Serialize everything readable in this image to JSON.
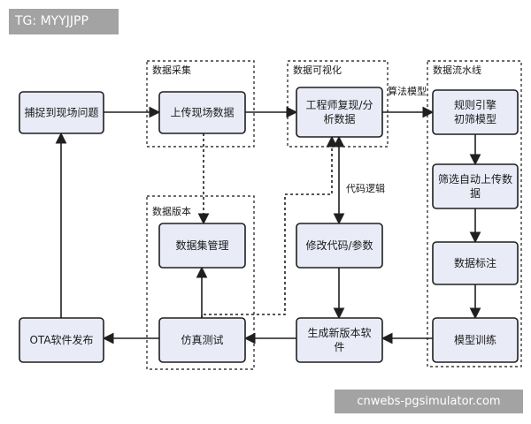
{
  "watermarks": {
    "top": "TG: MYYJJPP",
    "bottom": "cnwebs-pgsimulator.com"
  },
  "colors": {
    "node_fill": "#e9ebf7",
    "node_stroke": "#1f1f1f",
    "arrow": "#1f1f1f",
    "group_border": "#3a3a3a",
    "text": "#1a1a1a",
    "watermark_bg": "#a3a3a3",
    "watermark_text": "#ffffff"
  },
  "groups": [
    {
      "id": "g-collect",
      "label": "数据采集"
    },
    {
      "id": "g-visual",
      "label": "数据可视化"
    },
    {
      "id": "g-pipeline",
      "label": "数据流水线"
    },
    {
      "id": "g-version",
      "label": "数据版本"
    }
  ],
  "nodes": [
    {
      "id": "capture",
      "lines": [
        "捕捉到现场问题"
      ]
    },
    {
      "id": "upload",
      "lines": [
        "上传现场数据"
      ]
    },
    {
      "id": "engineer",
      "lines": [
        "工程师复现/分",
        "析数据"
      ]
    },
    {
      "id": "rules",
      "lines": [
        "规则引擎",
        "初筛模型"
      ]
    },
    {
      "id": "filter",
      "lines": [
        "筛选自动上传数",
        "据"
      ]
    },
    {
      "id": "dataset",
      "lines": [
        "数据集管理"
      ]
    },
    {
      "id": "modify",
      "lines": [
        "修改代码/参数"
      ]
    },
    {
      "id": "labeling",
      "lines": [
        "数据标注"
      ]
    },
    {
      "id": "ota",
      "lines": [
        "OTA软件发布"
      ]
    },
    {
      "id": "sim",
      "lines": [
        "仿真测试"
      ]
    },
    {
      "id": "build",
      "lines": [
        "生成新版本软",
        "件"
      ]
    },
    {
      "id": "training",
      "lines": [
        "模型训练"
      ]
    }
  ],
  "edges": [
    {
      "id": "capture-upload",
      "from": "capture",
      "to": "upload"
    },
    {
      "id": "upload-engineer",
      "from": "upload",
      "to": "engineer"
    },
    {
      "id": "engineer-rules",
      "from": "engineer",
      "to": "rules",
      "label": "算法模型"
    },
    {
      "id": "rules-filter",
      "from": "rules",
      "to": "filter"
    },
    {
      "id": "filter-labeling",
      "from": "filter",
      "to": "labeling"
    },
    {
      "id": "labeling-training",
      "from": "labeling",
      "to": "training"
    },
    {
      "id": "training-build",
      "from": "training",
      "to": "build"
    },
    {
      "id": "modify-build",
      "from": "modify",
      "to": "build"
    },
    {
      "id": "engineer-modify",
      "from": "engineer",
      "to": "modify",
      "label": "代码逻辑",
      "bidirectional": true
    },
    {
      "id": "build-sim",
      "from": "build",
      "to": "sim"
    },
    {
      "id": "sim-ota",
      "from": "sim",
      "to": "ota"
    },
    {
      "id": "ota-capture",
      "from": "ota",
      "to": "capture"
    },
    {
      "id": "sim-dataset",
      "from": "sim",
      "to": "dataset"
    },
    {
      "id": "upload-dataset",
      "from": "upload",
      "to": "dataset",
      "dashed": true
    },
    {
      "id": "sim-engineer",
      "from": "sim",
      "to": "engineer",
      "dashed": true
    }
  ]
}
